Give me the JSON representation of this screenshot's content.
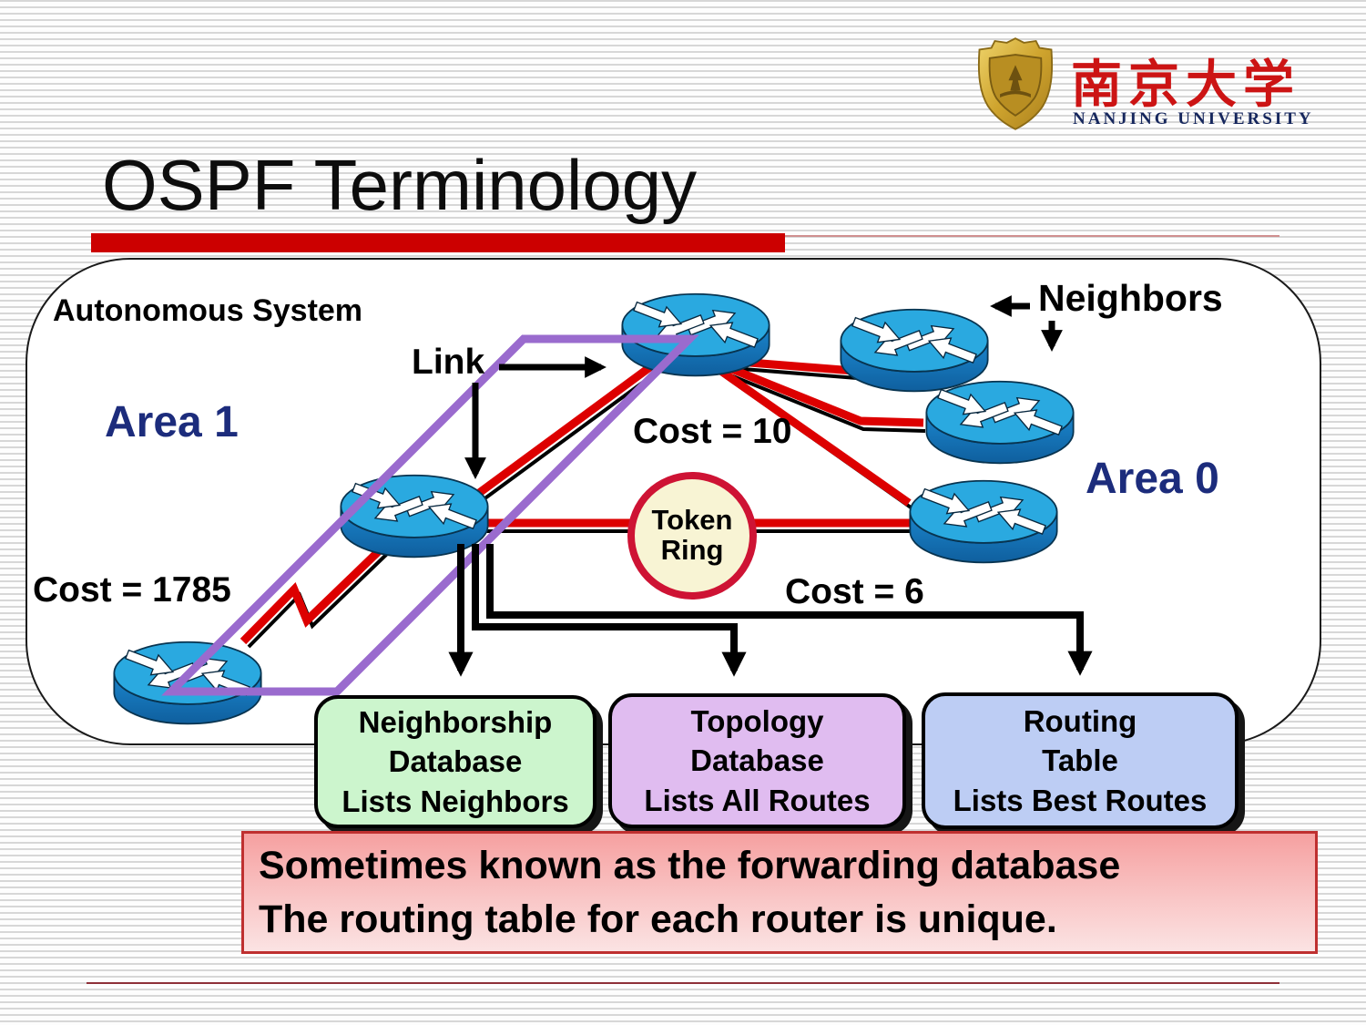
{
  "slide": {
    "title": "OSPF Terminology",
    "logo": {
      "chinese_name": "南京大学",
      "english_name": "NANJING UNIVERSITY"
    },
    "diagram": {
      "autonomous_system_label": "Autonomous System",
      "area1_label": "Area 1",
      "area0_label": "Area 0",
      "link_label": "Link",
      "neighbors_label": "Neighbors",
      "cost_top": "Cost = 10",
      "cost_serial": "Cost = 1785",
      "cost_lan": "Cost = 6",
      "token_ring_line1": "Token",
      "token_ring_line2": "Ring"
    },
    "boxes": {
      "neighborship": {
        "line1": "Neighborship",
        "line2": "Database",
        "line3": "Lists Neighbors"
      },
      "topology": {
        "line1": "Topology",
        "line2": "Database",
        "line3": "Lists All Routes"
      },
      "routing": {
        "line1": "Routing",
        "line2": "Table",
        "line3": "Lists Best Routes"
      }
    },
    "note": {
      "line1": "Sometimes known as the forwarding database",
      "line2": "The routing table for each router is unique."
    },
    "colors": {
      "accent_red": "#cc0000",
      "link_red": "#dd0000",
      "area_navy": "#1c2c7c",
      "boundary_purple": "#9a6bce",
      "router_top_blue": "#2aa9e0",
      "router_body_blue": "#1477bd",
      "neighborship_box_green": "#ccf5cd",
      "topology_box_purple": "#e0bcf0",
      "routing_box_blue": "#bdcdf4",
      "token_ring_fill": "#f8f4d4",
      "token_ring_border": "#ce1334",
      "note_box_pink": "#f6a0a0"
    }
  }
}
